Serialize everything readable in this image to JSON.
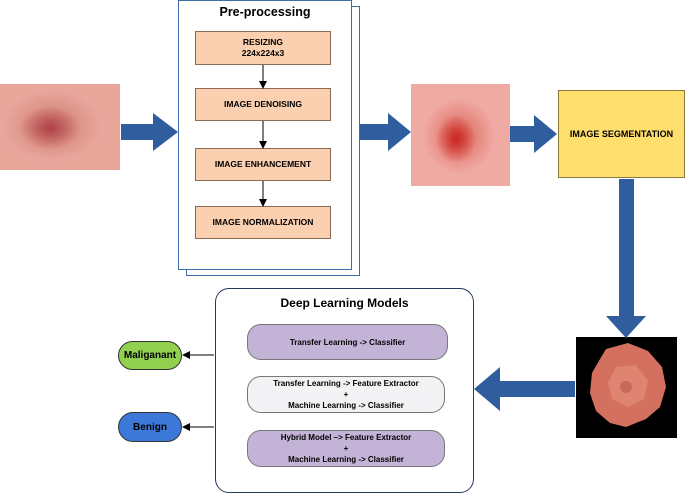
{
  "preprocessing": {
    "title": "Pre-processing",
    "steps": [
      {
        "line1": "RESIZING",
        "line2": "224x224x3"
      },
      {
        "line1": "IMAGE DENOISING",
        "line2": ""
      },
      {
        "line1": "IMAGE ENHANCEMENT",
        "line2": ""
      },
      {
        "line1": "IMAGE NORMALIZATION",
        "line2": ""
      }
    ]
  },
  "segmentation": {
    "label": "IMAGE SEGMENTATION"
  },
  "deep_learning": {
    "title": "Deep Learning Models",
    "models": [
      {
        "line1": "Transfer Learning -> Classifier",
        "line2": "",
        "line3": ""
      },
      {
        "line1": "Transfer Learning -> Feature Extractor",
        "line2": "+",
        "line3": "Machine Learning -> Classifier"
      },
      {
        "line1": "Hybrid Model –> Feature Extractor",
        "line2": "+",
        "line3": "Machine Learning -> Classifier"
      }
    ]
  },
  "outputs": {
    "malignant": "Maliganant",
    "benign": "Benign"
  },
  "colors": {
    "big_arrow": "#2f5d9e",
    "step_fill": "#fbd0b0",
    "segmentation_fill": "#fede6c",
    "model_purple": "#c3b3d7",
    "model_light": "#f3f3f6",
    "malignant_fill": "#92d050",
    "benign_fill": "#3c78d8"
  }
}
